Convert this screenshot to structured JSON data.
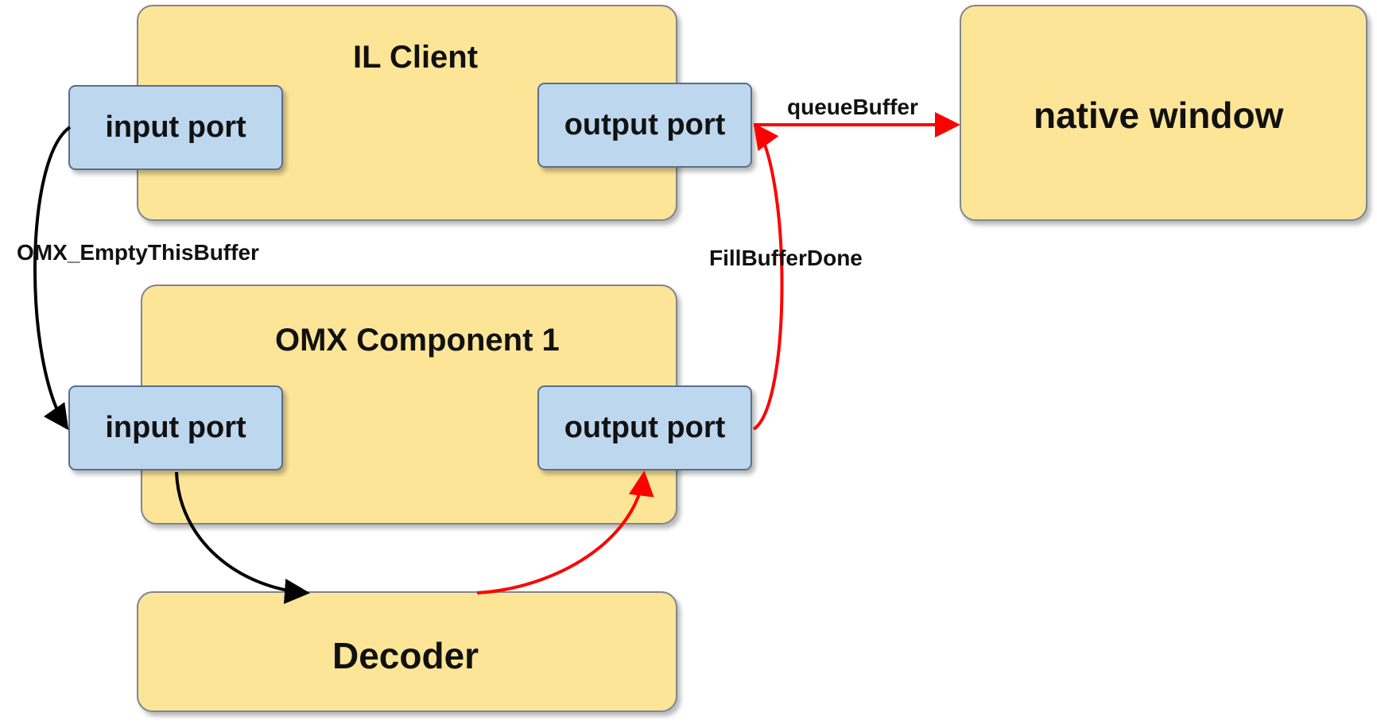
{
  "il_client": {
    "title": "IL Client",
    "input_port": "input port",
    "output_port": "output port"
  },
  "omx_component": {
    "title": "OMX Component 1",
    "input_port": "input port",
    "output_port": "output port"
  },
  "decoder": {
    "title": "Decoder"
  },
  "native_window": {
    "title": "native window"
  },
  "edges": {
    "empty_this_buffer": "OMX_EmptyThisBuffer",
    "fill_buffer_done": "FillBufferDone",
    "queue_buffer": "queueBuffer"
  },
  "colors": {
    "box_fill": "#fde598",
    "port_fill": "#bdd7ee",
    "arrow_red": "#ff0000",
    "arrow_black": "#000000"
  }
}
